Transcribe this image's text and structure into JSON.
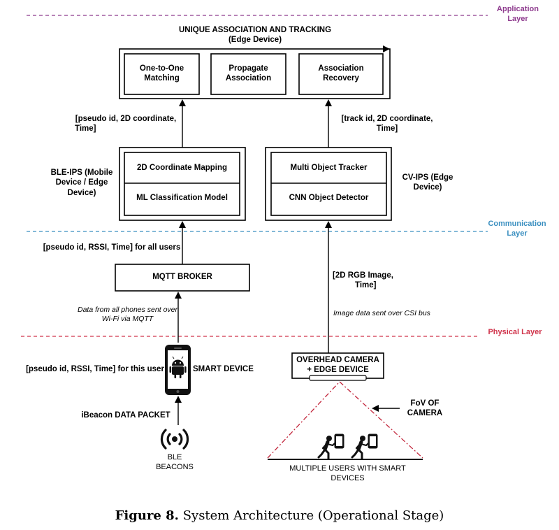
{
  "layers": {
    "application": [
      "Application",
      "Layer"
    ],
    "communication": [
      "Communication",
      "Layer"
    ],
    "physical": "Physical Layer"
  },
  "tracking": {
    "title": "UNIQUE ASSOCIATION AND TRACKING",
    "subtitle": "(Edge Device)",
    "modules": [
      [
        "One-to-One",
        "Matching"
      ],
      [
        "Propagate",
        "Association"
      ],
      [
        "Association",
        "Recovery"
      ]
    ]
  },
  "ble_ips": {
    "label": [
      "BLE-IPS (Mobile",
      "Device / Edge",
      "Device)"
    ],
    "modules": [
      "2D Coordinate Mapping",
      "ML Classification Model"
    ]
  },
  "cv_ips": {
    "label": [
      "CV-IPS (Edge",
      "Device)"
    ],
    "modules": [
      "Multi Object Tracker",
      "CNN Object Detector"
    ]
  },
  "flows": {
    "ble_to_tracking": [
      "[pseudo id, 2D coordinate,",
      "Time]"
    ],
    "cv_to_tracking": [
      "[track id, 2D coordinate,",
      "Time]"
    ],
    "broker_to_ble": "[pseudo id, RSSI, Time] for all users",
    "phone_to_broker": [
      "Data from all phones sent over",
      "Wi-Fi via MQTT"
    ],
    "camera_to_cv": [
      "[2D RGB Image,",
      "Time]"
    ],
    "camera_bus": "Image data sent over CSI bus",
    "phone_payload": "[pseudo id, RSSI, Time] for this user",
    "beacon_packet": "iBeacon DATA PACKET"
  },
  "mqtt_broker": "MQTT BROKER",
  "smart_device": "SMART DEVICE",
  "ble_beacons": [
    "BLE",
    "BEACONS"
  ],
  "camera": [
    "OVERHEAD CAMERA",
    "+ EDGE DEVICE"
  ],
  "fov": [
    "FoV OF",
    "CAMERA"
  ],
  "users": [
    "MULTIPLE USERS WITH SMART",
    "DEVICES"
  ],
  "caption": {
    "number": "Figure 8.",
    "text": "System Architecture (Operational Stage)"
  },
  "colors": {
    "application_layer": "#8e3b8e",
    "communication_layer": "#3a8fc0",
    "physical_layer": "#d0344b",
    "fov_lines": "#c2243a",
    "phone": "#111111"
  },
  "icons": [
    "android-icon",
    "ble-beacon-icon",
    "walking-person-icon",
    "smartphone-icon",
    "arrow-icon"
  ]
}
